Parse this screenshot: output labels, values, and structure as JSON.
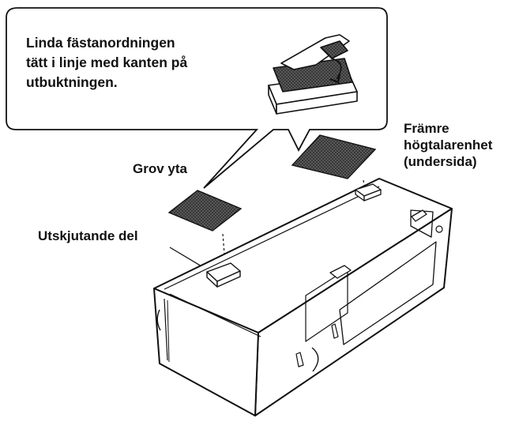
{
  "callout": {
    "lines": [
      "Linda fästanordningen",
      "tätt i linje med kanten på",
      "utbuktningen."
    ]
  },
  "labels": {
    "front_unit_lines": [
      "Främre",
      "högtalarenhet",
      "(undersida)"
    ],
    "rough_surface": "Grov yta",
    "protruding_part": "Utskjutande del"
  },
  "colors": {
    "ink": "#111111",
    "pad": "#3a3a3a",
    "paper": "#ffffff"
  },
  "icons": {
    "callout_illustration": "velcro-wrap-icon",
    "speaker_body": "speaker-unit-drawing"
  }
}
